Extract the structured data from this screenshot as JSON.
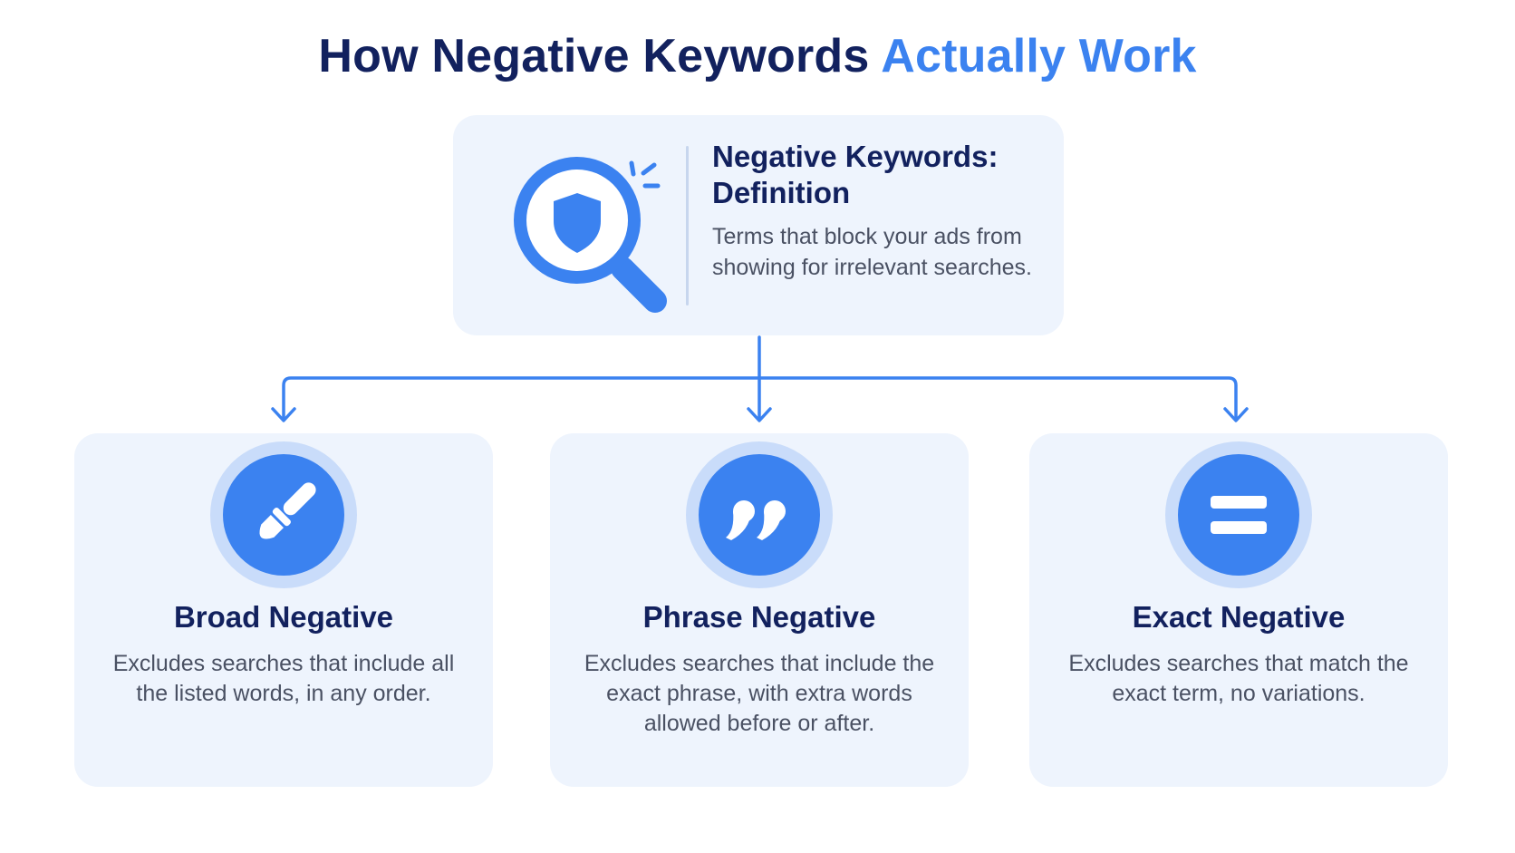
{
  "title": {
    "part1": "How Negative Keywords",
    "part2": "Actually Work"
  },
  "colors": {
    "navy": "#12215e",
    "accent": "#3b82f0",
    "body_text": "#4a5163",
    "card_bg": "#eef4fd",
    "badge_ring": "#c9dcfa"
  },
  "definition": {
    "icon": "magnifier-shield-icon",
    "heading": "Negative Keywords: Definition",
    "body": "Terms that block your ads from showing for irrelevant searches."
  },
  "types": [
    {
      "icon": "brush-icon",
      "title": "Broad Negative",
      "description": "Excludes searches that include all the listed words, in any order."
    },
    {
      "icon": "quote-marks-icon",
      "title": "Phrase Negative",
      "description": "Excludes searches that include the exact phrase, with extra words allowed before or after."
    },
    {
      "icon": "equals-icon",
      "title": "Exact Negative",
      "description": "Excludes searches that match the exact term, no variations."
    }
  ]
}
